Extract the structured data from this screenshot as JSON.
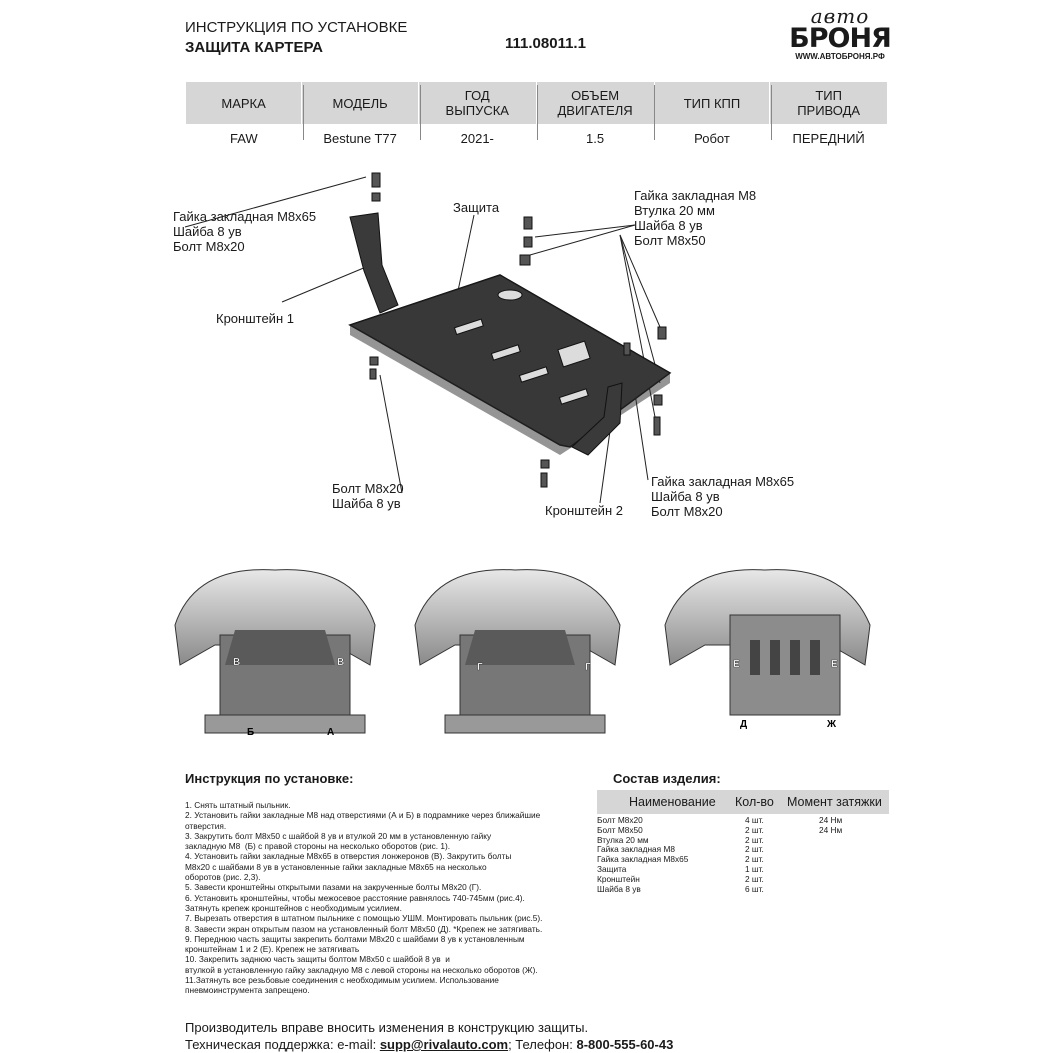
{
  "header": {
    "title_line1": "ИНСТРУКЦИЯ ПО УСТАНОВКЕ",
    "title_line2": "ЗАЩИТА КАРТЕРА",
    "part_number": "111.08011.1",
    "logo_script": "авто",
    "logo_brand": "БРОНЯ",
    "logo_url": "WWW.АВТОБРОНЯ.РФ"
  },
  "spec_table": {
    "headers": [
      "МАРКА",
      "МОДЕЛЬ",
      "ГОД ВЫПУСКА",
      "ОБЪЕМ ДВИГАТЕЛЯ",
      "ТИП КПП",
      "ТИП ПРИВОДА"
    ],
    "values": [
      "FAW",
      "Bestune T77",
      "2021-",
      "1.5",
      "Робот",
      "ПЕРЕДНИЙ"
    ]
  },
  "diagram_labels": {
    "left_hardware": [
      "Гайка закладная М8х65",
      "Шайба 8 ув",
      "Болт М8х20"
    ],
    "bracket1": "Кронштейн 1",
    "guard": "Защита",
    "right_hardware": [
      "Гайка закладная М8",
      "Втулка 20 мм",
      "Шайба 8 ув",
      "Болт М8х50"
    ],
    "bottom_hardware": [
      "Болт М8х20",
      "Шайба 8 ув"
    ],
    "bracket2": "Кронштейн 2",
    "bottom_right_hardware": [
      "Гайка закладная М8х65",
      "Шайба 8 ув",
      "Болт М8х20"
    ]
  },
  "photo_markers": {
    "fig1": [
      "В",
      "В",
      "Б",
      "А"
    ],
    "fig2": [
      "Г",
      "Г"
    ],
    "fig3": [
      "Е",
      "Е",
      "Д",
      "Ж"
    ]
  },
  "instructions": {
    "title": "Инструкция по установке:",
    "lines": [
      "1. Снять штатный пыльник.",
      "2. Установить гайки закладные М8 над отверстиями (А и Б) в подрамнике через ближайшие",
      "отверстия.",
      "3. Закрутить болт М8х50 с шайбой 8 ув и втулкой 20 мм в установленную гайку",
      "закладную М8  (Б) с правой стороны на несколько оборотов (рис. 1).",
      "4. Установить гайки закладные М8х65 в отверстия лонжеронов (В). Закрутить болты",
      "М8х20 с шайбами 8 ув в установленные гайки закладные М8х65 на несколько",
      "оборотов (рис. 2,3).",
      "5. Завести кронштейны открытыми пазами на закрученные болты М8х20 (Г).",
      "6. Установить кронштейны, чтобы межосевое расстояние равнялось 740-745мм (рис.4).",
      "Затянуть крепеж кронштейнов с необходимым усилием.",
      "7. Вырезать отверстия в штатном пыльнике с помощью УШМ. Монтировать пыльник (рис.5).",
      "8. Завести экран открытым пазом на установленный болт М8х50 (Д). *Крепеж не затягивать.",
      "9. Переднюю часть защиты закрепить болтами М8х20 с шайбами 8 ув к установленным",
      "кронштейнам 1 и 2 (Е). Крепеж не затягивать",
      "10. Закрепить заднюю часть защиты болтом М8х50 с шайбой 8 ув  и",
      "втулкой в установленную гайку закладную М8 с левой стороны на несколько оборотов (Ж).",
      "11.Затянуть все резьбовые соединения с необходимым усилием. Использование",
      "пневмоинструмента запрещено."
    ]
  },
  "components": {
    "title": "Состав изделия:",
    "headers": [
      "Наименование",
      "Кол-во",
      "Момент затяжки"
    ],
    "rows": [
      {
        "name": "Болт М8х20",
        "qty": "4 шт.",
        "torque": "24 Нм"
      },
      {
        "name": "Болт М8х50",
        "qty": "2 шт.",
        "torque": "24 Нм"
      },
      {
        "name": "Втулка 20 мм",
        "qty": "2 шт.",
        "torque": ""
      },
      {
        "name": "Гайка закладная М8",
        "qty": "2 шт.",
        "torque": ""
      },
      {
        "name": "Гайка закладная М8х65",
        "qty": "2 шт.",
        "torque": ""
      },
      {
        "name": "Защита",
        "qty": "1 шт.",
        "torque": ""
      },
      {
        "name": "Кронштейн",
        "qty": "2 шт.",
        "torque": ""
      },
      {
        "name": "Шайба 8 ув",
        "qty": "6 шт.",
        "torque": ""
      }
    ]
  },
  "footer": {
    "line1": "Производитель вправе вносить изменения в конструкцию защиты.",
    "support_prefix": "Техническая поддержка:  e-mail: ",
    "email": "supp@rivalauto.com",
    "phone_prefix": "; Телефон: ",
    "phone": "8-800-555-60-43"
  }
}
